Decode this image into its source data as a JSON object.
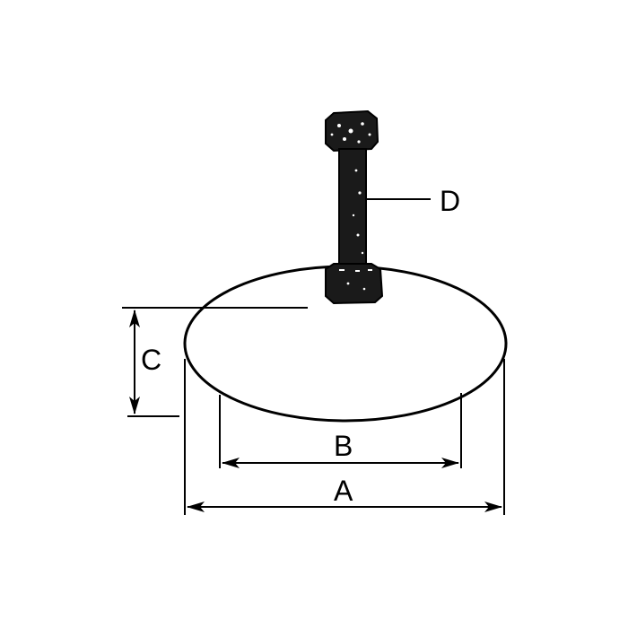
{
  "diagram": {
    "labels": {
      "outer_diameter": "A",
      "contact_diameter": "B",
      "height": "C",
      "shank": "D"
    },
    "colors": {
      "ink": "#000000",
      "fill": "#1a1a1a",
      "background": "#ffffff"
    }
  }
}
